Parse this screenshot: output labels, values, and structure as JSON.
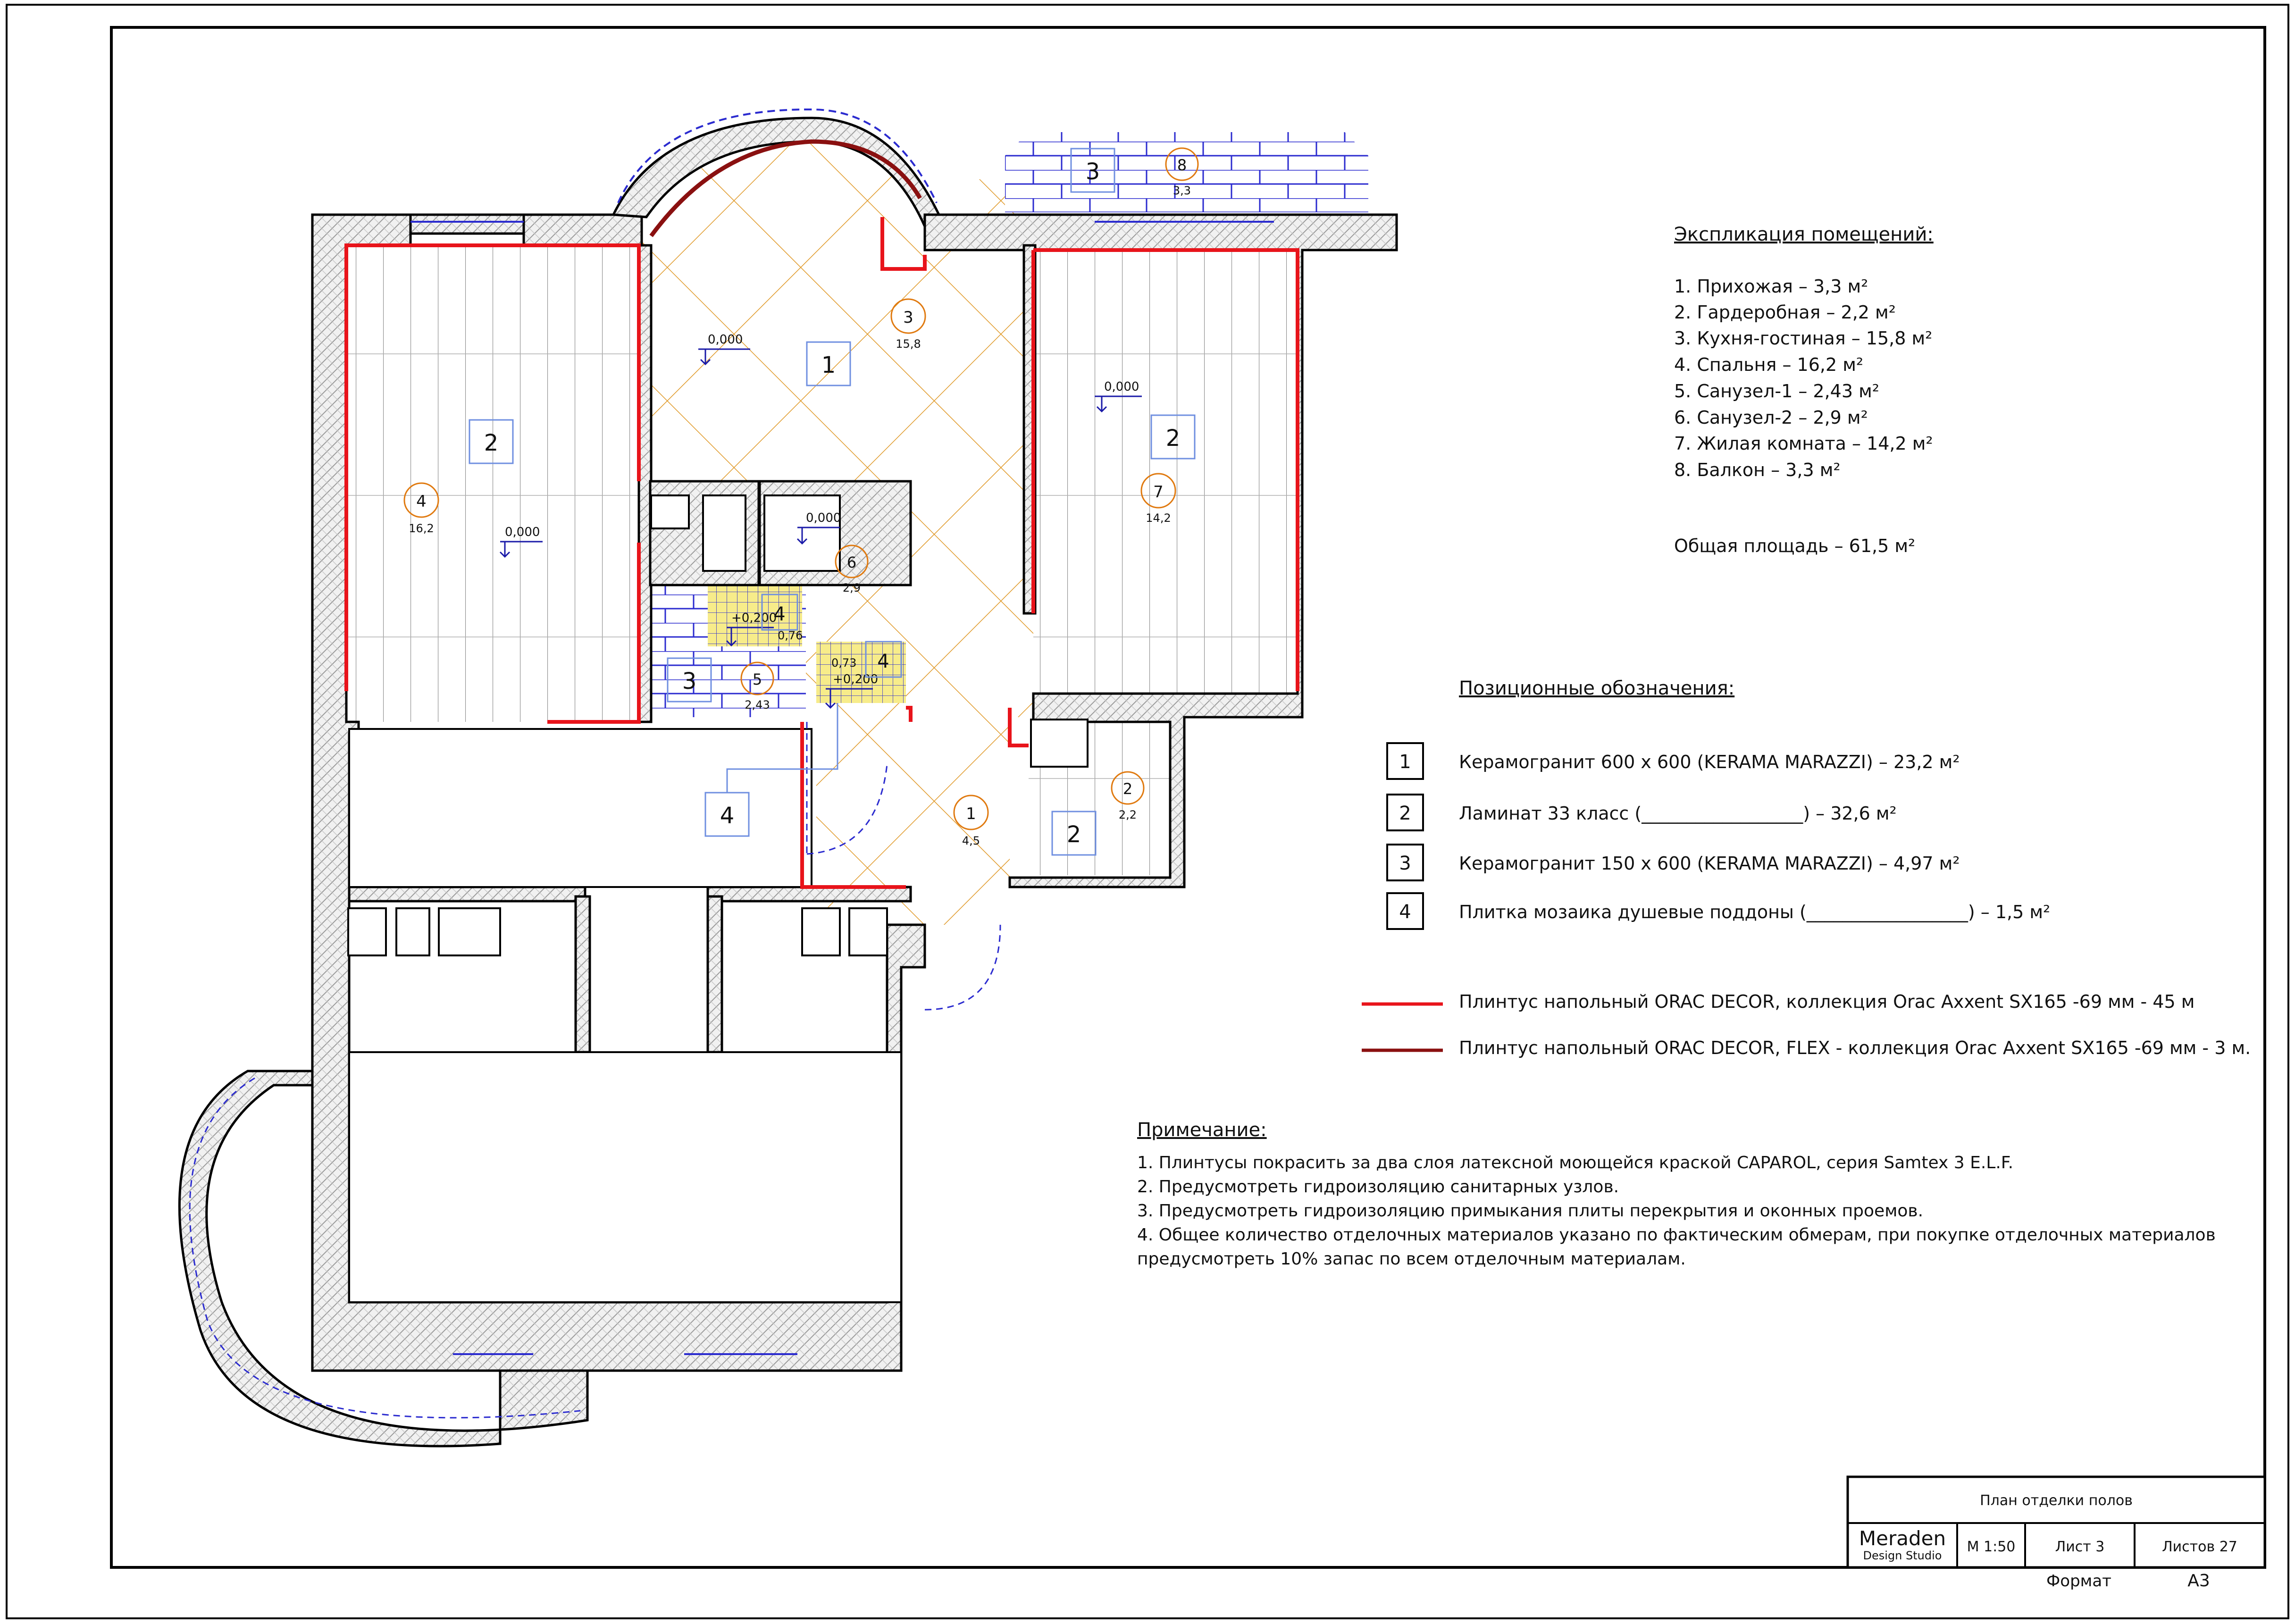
{
  "explication": {
    "title": "Экспликация помещений:",
    "rooms": [
      "1. Прихожая – 3,3 м²",
      "2. Гардеробная – 2,2 м²",
      "3. Кухня-гостиная – 15,8 м²",
      "4. Спальня – 16,2 м²",
      "5. Санузел-1 – 2,43 м²",
      "6. Санузел-2 – 2,9 м²",
      "7. Жилая комната – 14,2 м²",
      "8. Балкон – 3,3 м²"
    ],
    "total": "Общая площадь – 61,5 м²"
  },
  "positions": {
    "title": "Позиционные обозначения:",
    "items": [
      {
        "num": "1",
        "text": "Керамогранит 600 х 600 (KERAMA MARAZZI) – 23,2 м²"
      },
      {
        "num": "2",
        "text": "Ламинат 33 класс (__________________)  – 32,6 м²"
      },
      {
        "num": "3",
        "text": "Керамогранит 150 х 600 (KERAMA MARAZZI) – 4,97 м²"
      },
      {
        "num": "4",
        "text": "Плитка мозаика душевые поддоны (__________________) – 1,5 м²"
      }
    ]
  },
  "skirting": [
    {
      "color": "#e8141b",
      "text": "Плинтус напольный  ORAC DECOR, коллекция Orac Axxent SX165 -69 мм -  45 м"
    },
    {
      "color": "#8a1010",
      "text": "Плинтус напольный  ORAC DECOR, FLEX -  коллекция Orac Axxent SX165 -69 мм -  3 м."
    }
  ],
  "notes": {
    "title": "Примечание:",
    "lines": [
      "1. Плинтусы покрасить за два слоя латексной моющейся краской CAPAROL, серия Samtex 3 E.L.F.",
      "2. Предусмотреть гидроизоляцию санитарных узлов.",
      "3. Предусмотреть гидроизоляцию примыкания плиты перекрытия и оконных проемов.",
      "4. Общее количество отделочных материалов указано по фактическим обмерам, при покупке отделочных материалов",
      "предусмотреть 10% запас по всем отделочным материалам."
    ]
  },
  "stamp": {
    "title": "План отделки полов",
    "company": "Meraden",
    "company_sub": "Design Studio",
    "scale": "М 1:50",
    "sheet": "Лист 3",
    "sheets": "Листов 27",
    "format_label": "Формат",
    "format_value": "А3"
  },
  "plan": {
    "levels": [
      "0,000",
      "0,000",
      "0,000",
      "0,000",
      "+0,200",
      "+0,200"
    ],
    "room_marks": [
      {
        "num": "1",
        "area": "4,5"
      },
      {
        "num": "2",
        "area": "2,2"
      },
      {
        "num": "3",
        "area": "15,8"
      },
      {
        "num": "4",
        "area": "16,2"
      },
      {
        "num": "5",
        "area": "2,43"
      },
      {
        "num": "6",
        "area": "2,9"
      },
      {
        "num": "7",
        "area": "14,2"
      },
      {
        "num": "8",
        "area": "3,3"
      }
    ],
    "mosaic_areas": [
      "0,76",
      "0,73"
    ],
    "material_tags": [
      "1",
      "2",
      "2",
      "2",
      "3",
      "3",
      "4",
      "4",
      "4"
    ]
  },
  "colors": {
    "frame": "#000000",
    "wall_hatch": "#bdbdbd",
    "laminate": "#888888",
    "porcelain": "#e09a2a",
    "mosaic": "#2b2bcf",
    "mosaic_fill": "#f4e97a",
    "level_mark": "#1a1aa8",
    "material_tag": "#6f8fe0",
    "room_mark": "#e07a10",
    "skirting": "#e8141b",
    "skirting_flex": "#8a1010",
    "window": "#2b2bcf"
  }
}
